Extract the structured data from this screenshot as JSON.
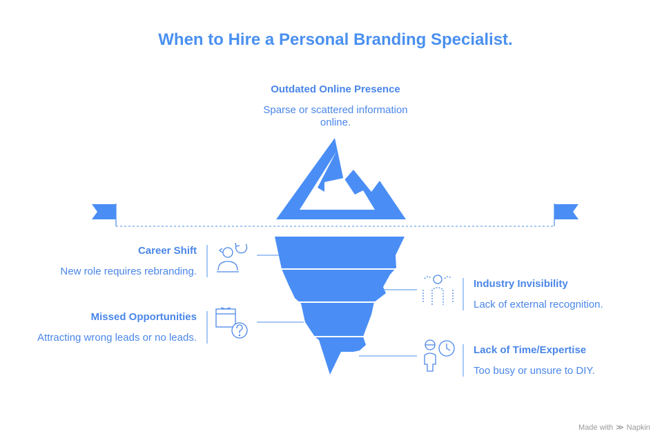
{
  "title": "When to Hire a Personal Branding Specialist.",
  "top": {
    "title": "Outdated Online Presence",
    "description": "Sparse or scattered information online."
  },
  "left_items": [
    {
      "title": "Career Shift",
      "description": "New role requires rebranding.",
      "icon": "person-refresh-icon"
    },
    {
      "title": "Missed Opportunities",
      "description": "Attracting wrong leads or no leads.",
      "icon": "box-question-icon"
    }
  ],
  "right_items": [
    {
      "title": "Industry Invisibility",
      "description": "Lack of external recognition.",
      "icon": "invisible-person-icon"
    },
    {
      "title": "Lack of Time/Expertise",
      "description": "Too busy or unsure to DIY.",
      "icon": "person-clock-icon"
    }
  ],
  "footer": {
    "made_with": "Made with",
    "brand": "Napkin"
  },
  "colors": {
    "primary": "#4a86e8",
    "fill": "#4a8ef5",
    "line": "#6fa3ee"
  }
}
